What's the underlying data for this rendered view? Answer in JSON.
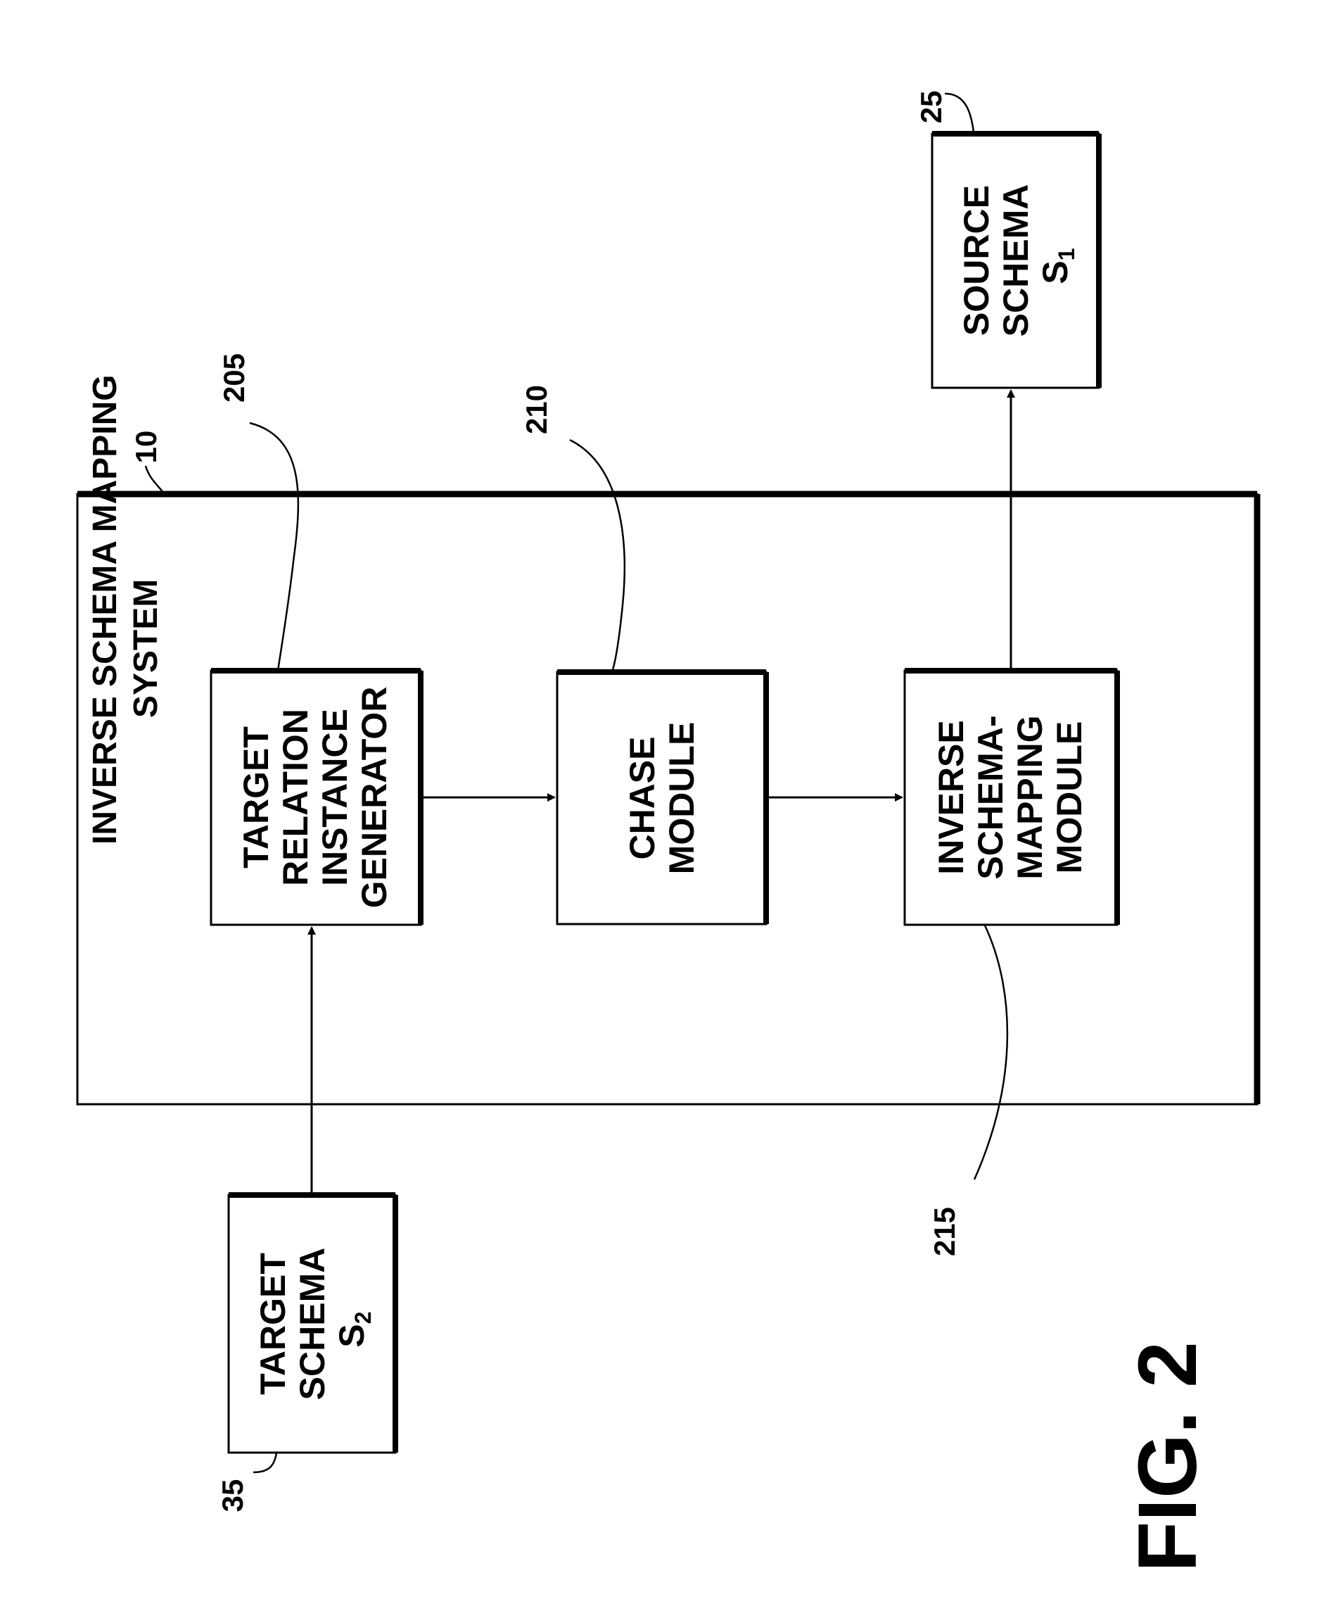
{
  "figure": {
    "label": "FIG. 2"
  },
  "system": {
    "ref": "10",
    "title_lines": [
      "INVERSE SCHEMA MAPPING",
      "SYSTEM"
    ]
  },
  "target_schema": {
    "ref": "35",
    "line1": "TARGET",
    "line2": "SCHEMA",
    "symbol": "S",
    "subscript": "2"
  },
  "source_schema": {
    "ref": "25",
    "line1": "SOURCE",
    "line2": "SCHEMA",
    "symbol": "S",
    "subscript": "1"
  },
  "generator": {
    "ref": "205",
    "lines": [
      "TARGET",
      "RELATION",
      "INSTANCE",
      "GENERATOR"
    ]
  },
  "chase": {
    "ref": "210",
    "lines": [
      "CHASE",
      "MODULE"
    ]
  },
  "inverse_module": {
    "ref": "215",
    "lines": [
      "INVERSE",
      "SCHEMA-",
      "MAPPING",
      "MODULE"
    ]
  }
}
